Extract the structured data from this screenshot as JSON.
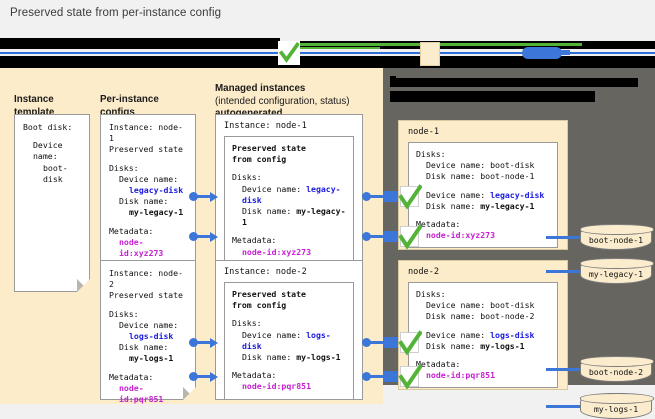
{
  "page": {
    "title": "Preserved state from per-instance config"
  },
  "legend": {
    "redacted": true,
    "check_icon": "green-check-icon",
    "swatch_beige": "#fbeccd",
    "swatch_green": "#53b337",
    "swatch_blue": "#3b76d8"
  },
  "columns": {
    "instance_template": {
      "line1": "Instance",
      "line2": "template"
    },
    "per_instance_configs": {
      "line1": "Per-instance",
      "line2": "configs"
    },
    "managed_instances": {
      "line1": "Managed instances",
      "line2": "(intended configuration, status)",
      "line3": "autogenerated"
    },
    "gray_panel_heading": {
      "redacted": true,
      "text": ""
    }
  },
  "instance_template": {
    "boot_disk_label": "Boot disk:",
    "device_name_label": "Device name:",
    "device_name_value": "boot-disk"
  },
  "per_instance_configs": [
    {
      "instance_line": "Instance: node-1",
      "preserved_line": "Preserved state",
      "disks_label": "Disks:",
      "device_name_label": "Device name:",
      "device_name_value": "legacy-disk",
      "disk_name_label": "Disk name:",
      "disk_name_value": "my-legacy-1",
      "metadata_label": "Metadata:",
      "metadata_value": "node-id:xyz273"
    },
    {
      "instance_line": "Instance: node-2",
      "preserved_line": "Preserved state",
      "disks_label": "Disks:",
      "device_name_label": "Device name:",
      "device_name_value": "logs-disk",
      "disk_name_label": "Disk name:",
      "disk_name_value": "my-logs-1",
      "metadata_label": "Metadata:",
      "metadata_value": "node-id:pqr851"
    }
  ],
  "managed_instances": [
    {
      "instance_line": "Instance: node-1",
      "preserved_line1": "Preserved state",
      "preserved_line2": "from config",
      "disks_label": "Disks:",
      "device_name_label": "Device name:",
      "device_name_value": "legacy-disk",
      "disk_name_label": "Disk name:",
      "disk_name_value": "my-legacy-1",
      "metadata_label": "Metadata:",
      "metadata_value": "node-id:xyz273"
    },
    {
      "instance_line": "Instance: node-2",
      "preserved_line1": "Preserved state",
      "preserved_line2": "from config",
      "disks_label": "Disks:",
      "device_name_label": "Device name:",
      "device_name_value": "logs-disk",
      "disk_name_label": "Disk name:",
      "disk_name_value": "my-logs-1",
      "metadata_label": "Metadata:",
      "metadata_value": "node-id:pqr851"
    }
  ],
  "nodes": [
    {
      "name": "node-1",
      "disks_label": "Disks:",
      "boot_device_label": "Device name: boot-disk",
      "boot_disk_label": "Disk name: boot-node-1",
      "extra_device_label": "Device name:",
      "extra_device_value": "legacy-disk",
      "extra_disk_label": "Disk name:",
      "extra_disk_value": "my-legacy-1",
      "metadata_label": "Metadata:",
      "metadata_value": "node-id:xyz273"
    },
    {
      "name": "node-2",
      "disks_label": "Disks:",
      "boot_device_label": "Device name: boot-disk",
      "boot_disk_label": "Disk name: boot-node-2",
      "extra_device_label": "Device name:",
      "extra_device_value": "logs-disk",
      "extra_disk_label": "Disk name:",
      "extra_disk_value": "my-logs-1",
      "metadata_label": "Metadata:",
      "metadata_value": "node-id:pqr851"
    }
  ],
  "disks": [
    {
      "label": "boot-node-1"
    },
    {
      "label": "my-legacy-1"
    },
    {
      "label": "boot-node-2"
    },
    {
      "label": "my-logs-1"
    }
  ],
  "colors": {
    "panel_beige": "#fdecca",
    "panel_gray": "#676560",
    "accent_blue": "#1a1ae0",
    "accent_purple": "#c71fd2",
    "connector_blue": "#3b76d8",
    "check_green": "#53b337"
  }
}
